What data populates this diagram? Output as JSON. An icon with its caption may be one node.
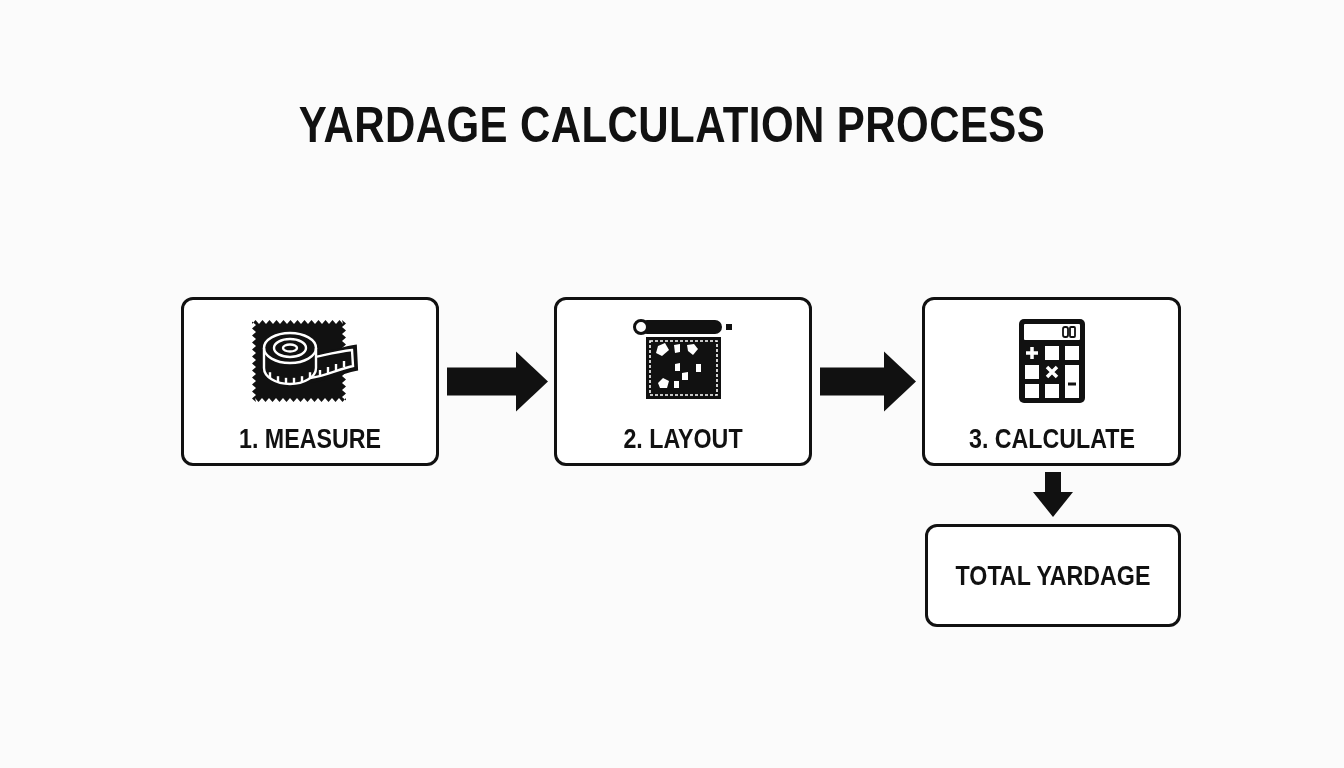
{
  "diagram": {
    "title": "YARDAGE CALCULATION PROCESS",
    "nodes": [
      {
        "text": [
          "1. MEASURE"
        ]
      },
      {
        "text": [
          "2. LAYOUT"
        ]
      },
      {
        "text": [
          "3. CALCULATE"
        ]
      },
      {
        "text": [
          "TOTAL YARDAGE"
        ]
      }
    ],
    "edges": [
      {
        "from": 0,
        "to": 1,
        "arrow": "to"
      },
      {
        "from": 1,
        "to": 2,
        "arrow": "to"
      },
      {
        "from": 2,
        "to": 3,
        "arrow": "to"
      }
    ]
  }
}
